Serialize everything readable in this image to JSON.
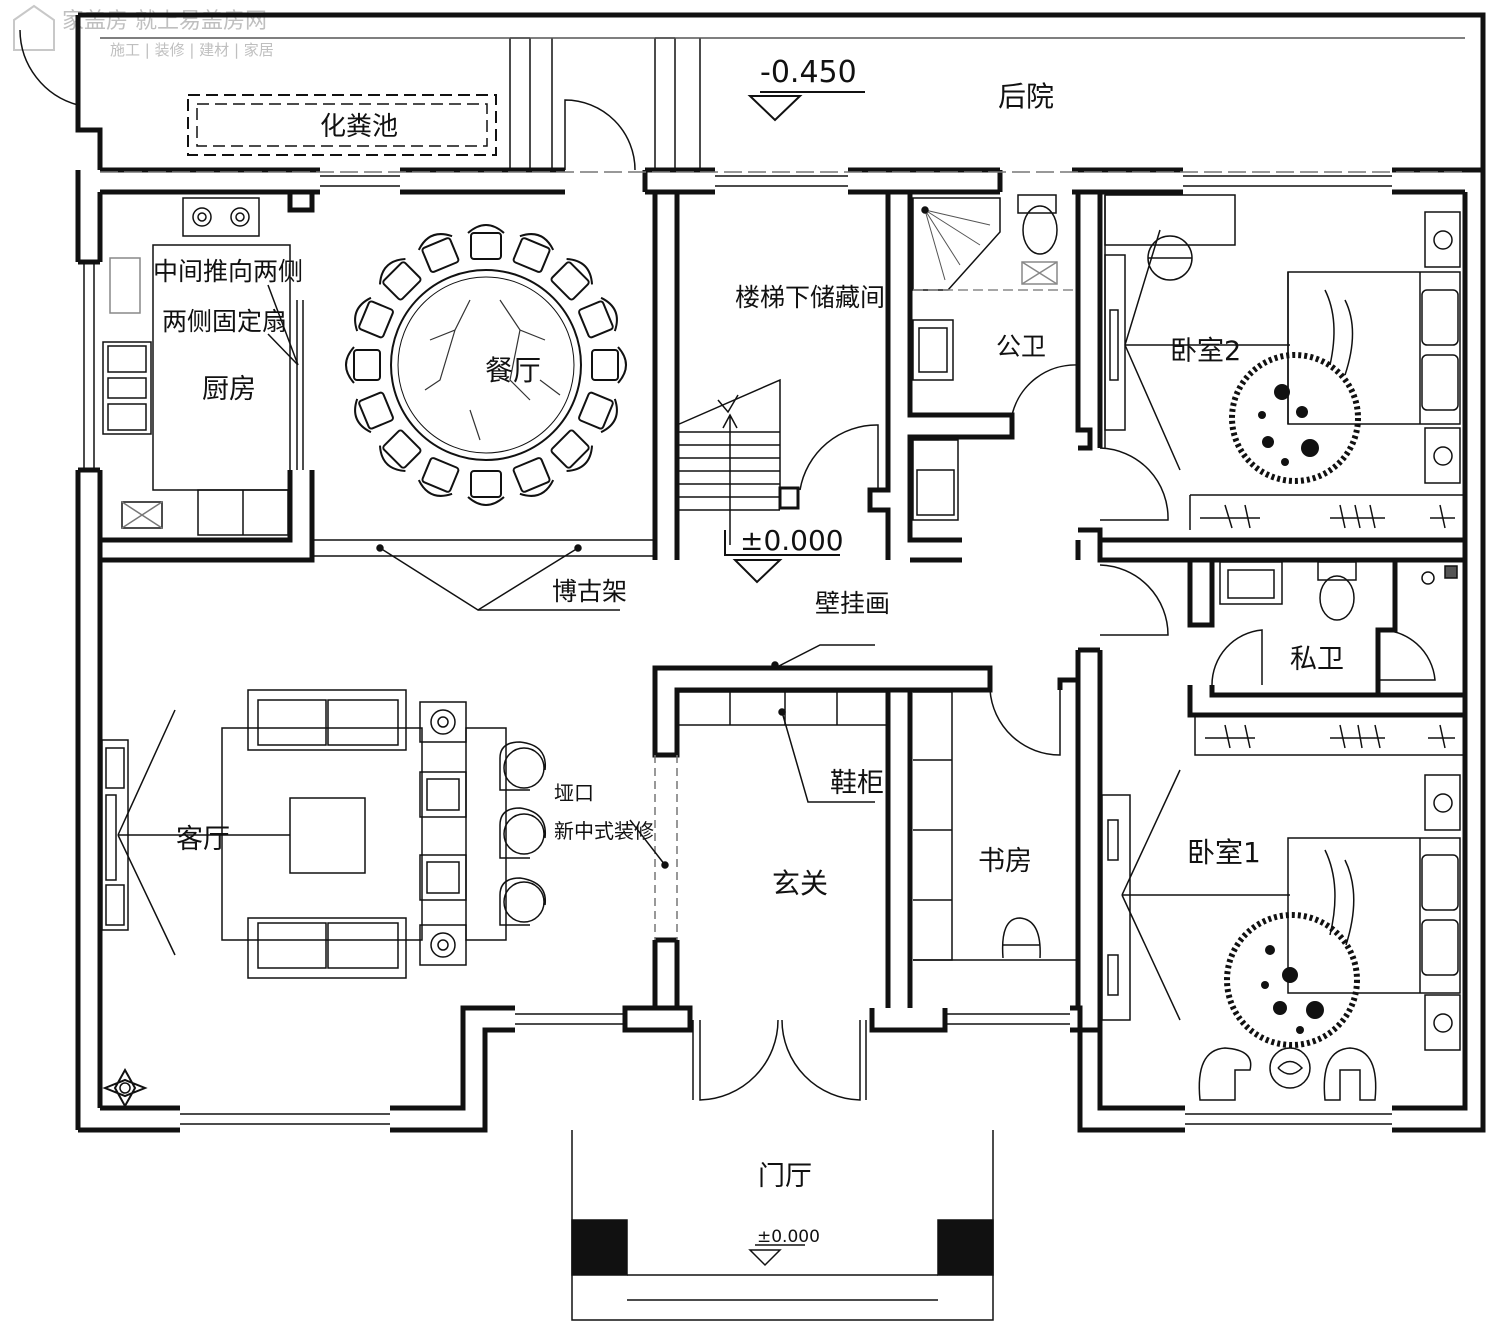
{
  "watermark": {
    "line1": "家盖房 就上易盖房网",
    "line2": "施工 | 装修 | 建材 | 家居"
  },
  "levels": {
    "backyard": "-0.450",
    "hall": "±0.000",
    "porch": "±0.000"
  },
  "rooms": {
    "backyard": "后院",
    "septic": "化粪池",
    "dining": "餐厅",
    "storage": "楼梯下储藏间",
    "public_wc": "公卫",
    "bedroom2": "卧室2",
    "kitchen": "厨房",
    "living": "客厅",
    "foyer": "玄关",
    "study": "书房",
    "private_wc": "私卫",
    "bedroom1": "卧室1",
    "porch": "门厅"
  },
  "notes": {
    "kitchen_door_1": "中间推向两侧",
    "kitchen_door_2": "两侧固定扇",
    "shelf": "博古架",
    "painting": "壁挂画",
    "shoe_cabinet": "鞋柜",
    "archway_1": "垭口",
    "archway_2": "新中式装修"
  }
}
